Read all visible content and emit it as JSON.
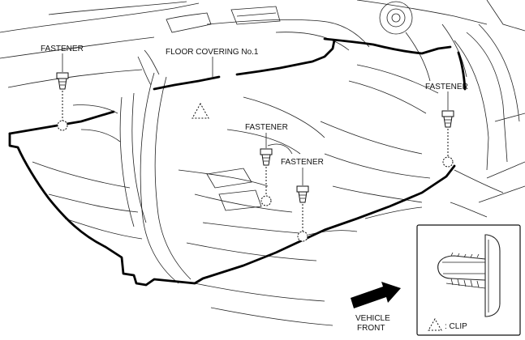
{
  "labels": {
    "fastener_top_left": "FASTENER",
    "floor_covering": "FLOOR COVERING No.1",
    "fastener_right": "FASTENER",
    "fastener_center": "FASTENER",
    "fastener_lower": "FASTENER",
    "vehicle_front_line1": "VEHICLE",
    "vehicle_front_line2": "FRONT"
  },
  "legend": {
    "clip_label": ": CLIP"
  }
}
